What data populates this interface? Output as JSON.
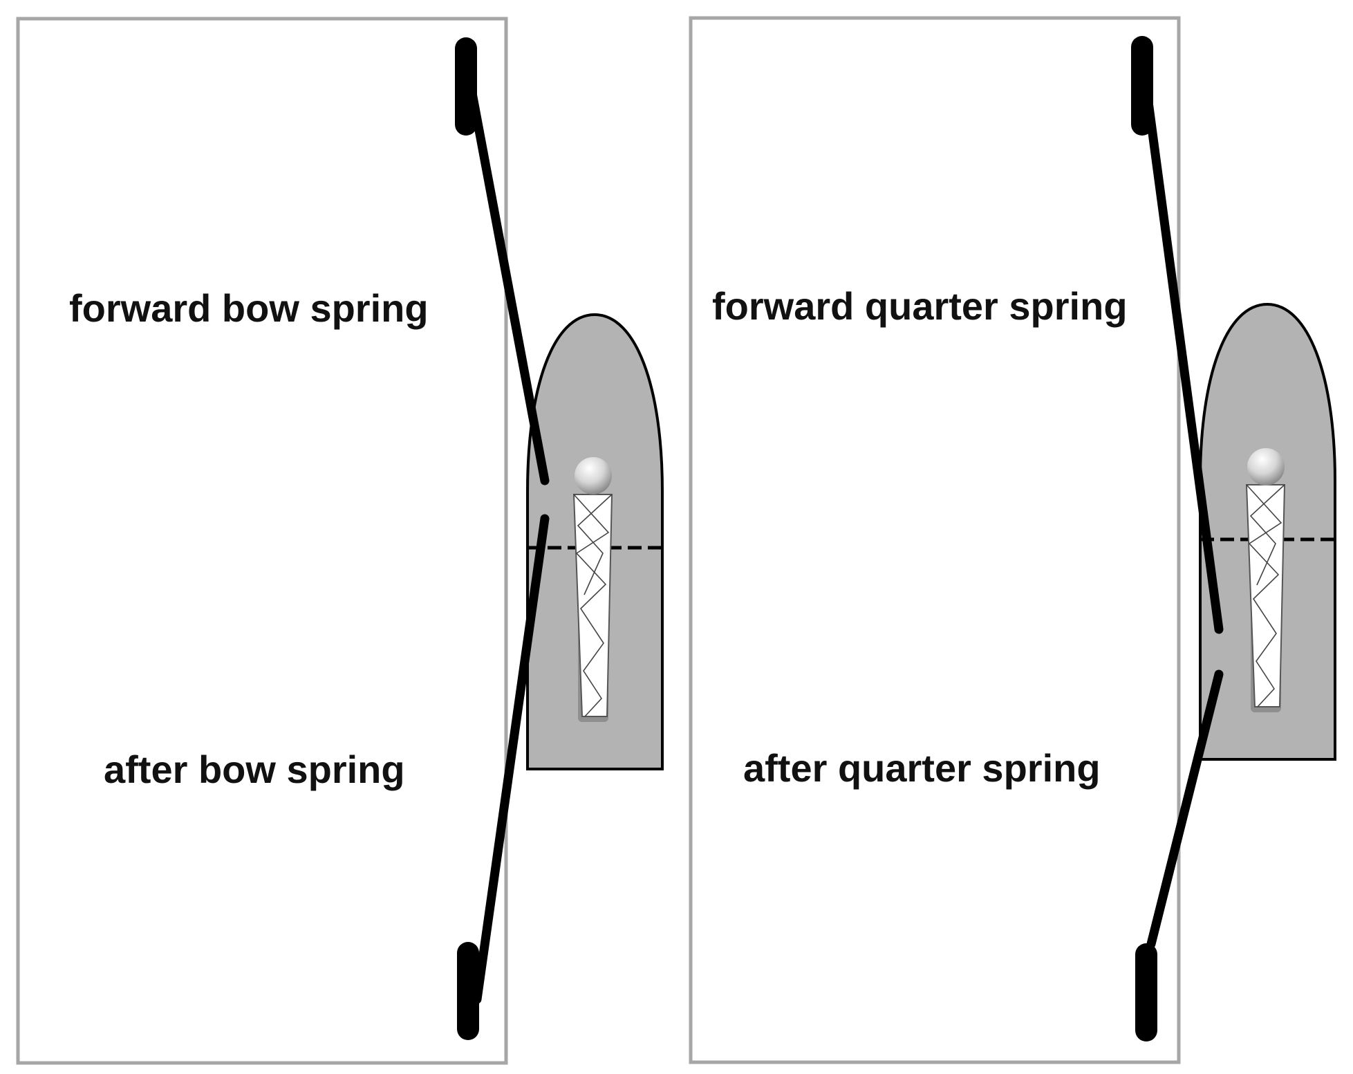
{
  "panels": [
    {
      "id": "bow",
      "top_label": "forward bow spring",
      "bottom_label": "after bow spring"
    },
    {
      "id": "quarter",
      "top_label": "forward quarter spring",
      "bottom_label": "after quarter spring"
    }
  ],
  "colors": {
    "dock_border": "#a6a6a6",
    "hull_fill": "#b3b3b3",
    "line": "#000000",
    "text": "#111111"
  }
}
